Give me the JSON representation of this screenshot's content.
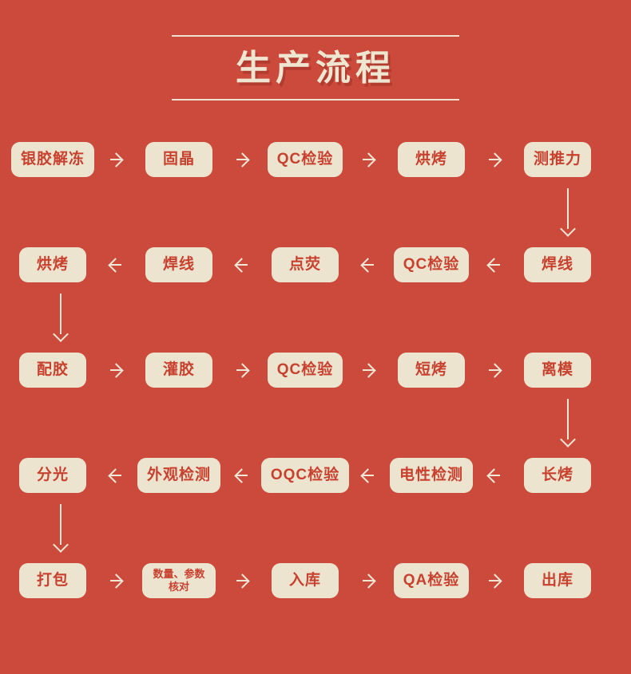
{
  "title": "生产流程",
  "colors": {
    "background": "#CB4A3C",
    "node_background": "#EDE4CF",
    "node_text": "#C8412F",
    "arrow": "#F0E7D4",
    "title_text": "#EFE6D2"
  },
  "flow": {
    "rows": [
      {
        "direction": "right",
        "nodes": [
          {
            "label": "银胶解冻"
          },
          {
            "label": "固晶"
          },
          {
            "label": "QC检验"
          },
          {
            "label": "烘烤"
          },
          {
            "label": "测推力"
          }
        ]
      },
      {
        "direction": "left",
        "nodes": [
          {
            "label": "烘烤"
          },
          {
            "label": "焊线"
          },
          {
            "label": "点荧"
          },
          {
            "label": "QC检验"
          },
          {
            "label": "焊线"
          }
        ]
      },
      {
        "direction": "right",
        "nodes": [
          {
            "label": "配胶"
          },
          {
            "label": "灌胶"
          },
          {
            "label": "QC检验"
          },
          {
            "label": "短烤"
          },
          {
            "label": "离模"
          }
        ]
      },
      {
        "direction": "left",
        "nodes": [
          {
            "label": "分光"
          },
          {
            "label": "外观检测"
          },
          {
            "label": "OQC检验"
          },
          {
            "label": "电性检测"
          },
          {
            "label": "长烤"
          }
        ]
      },
      {
        "direction": "right",
        "nodes": [
          {
            "label": "打包"
          },
          {
            "label": "数量、参数",
            "label2": "核对"
          },
          {
            "label": "入库"
          },
          {
            "label": "QA检验"
          },
          {
            "label": "出库"
          }
        ]
      }
    ],
    "connectors": [
      {
        "side": "right",
        "direction": "down"
      },
      {
        "side": "left",
        "direction": "down"
      },
      {
        "side": "right",
        "direction": "down"
      },
      {
        "side": "left",
        "direction": "down"
      }
    ]
  }
}
